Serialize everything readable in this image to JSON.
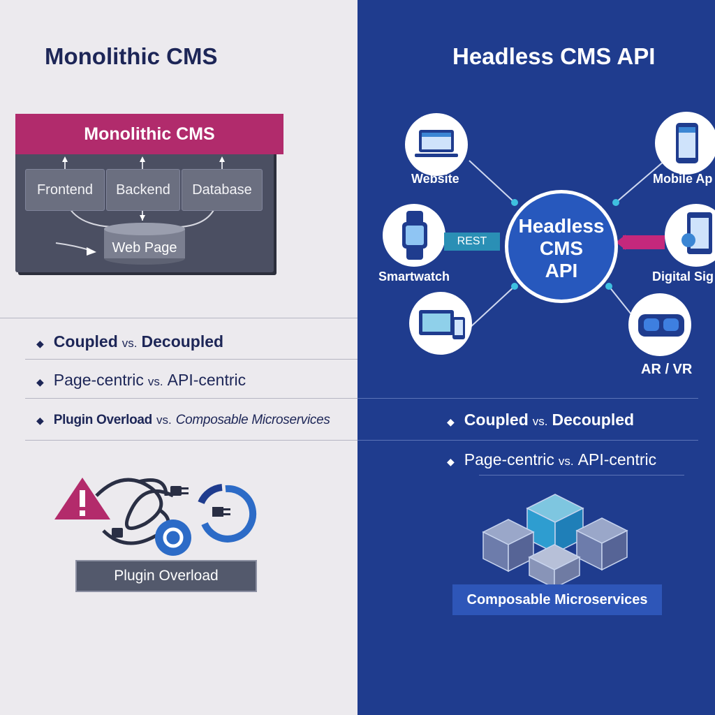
{
  "left": {
    "title": "Monolithic CMS",
    "block_header": "Monolithic CMS",
    "layers": [
      "Frontend",
      "Backend",
      "Database"
    ],
    "web_page": "Web Page",
    "comparisons": [
      {
        "a": "Coupled",
        "vs": "vs.",
        "b": "Decoupled"
      },
      {
        "a": "Page-centric",
        "vs": "vs.",
        "b": "API-centric"
      },
      {
        "a": "Plugin Overload",
        "vs": "vs.",
        "b": "Composable Microservices"
      }
    ],
    "plugin_label": "Plugin Overload"
  },
  "right": {
    "title": "Headless CMS API",
    "hub": "Headless\nCMS\nAPI",
    "rest": "REST",
    "devices": {
      "website": "Website",
      "mobile": "Mobile Ap",
      "smartwatch": "Smartwatch",
      "signage": "Digital Sig",
      "arvr": "AR / VR"
    },
    "comparisons": [
      {
        "a": "Coupled",
        "vs": "vs.",
        "b": "Decoupled"
      },
      {
        "a": "Page-centric",
        "vs": "vs.",
        "b": "API-centric"
      }
    ],
    "micro_label": "Composable Microservices"
  },
  "colors": {
    "left_bg": "#eceaee",
    "right_bg": "#1f3c8e",
    "magenta": "#b12b6c",
    "navy_text": "#1d2657",
    "accent_blue": "#2758bd"
  }
}
